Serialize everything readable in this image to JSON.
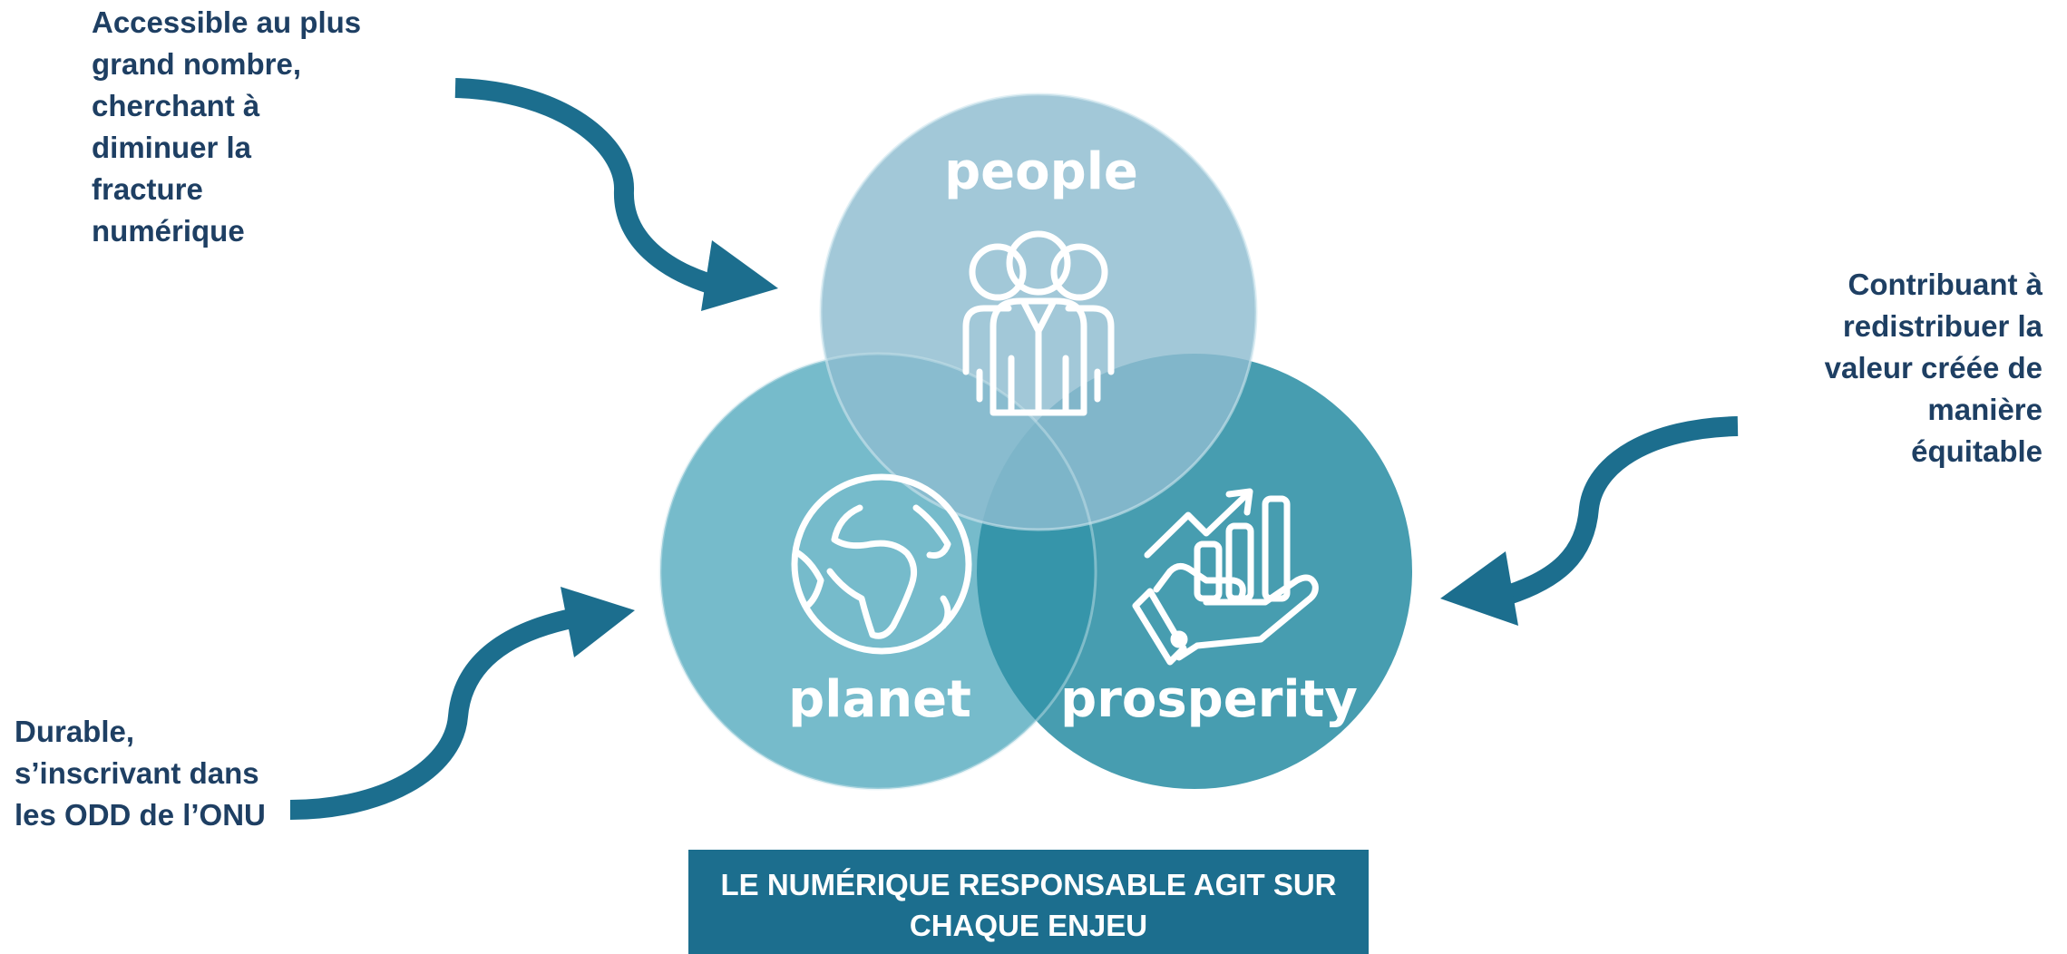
{
  "notes": {
    "top_left": [
      "Accessible au plus",
      "grand nombre,",
      "cherchant à",
      "diminuer la",
      "fracture",
      "numérique"
    ],
    "right": [
      "Contribuant à",
      "redistribuer la",
      "valeur créée de",
      "manière",
      "équitable"
    ],
    "bottom_left": [
      "Durable,",
      "s’inscrivant dans",
      "les ODD de l’ONU"
    ]
  },
  "circles": {
    "people": "people",
    "planet": "planet",
    "prosperity": "prosperity"
  },
  "banner": [
    "LE NUMÉRIQUE RESPONSABLE AGIT SUR",
    "CHAQUE ENJEU"
  ],
  "colors": {
    "text_dark": "#1e3f63",
    "arrow": "#1c6e8e",
    "people_circle": "#8dbccf",
    "planet_circle": "#63b2c4",
    "prosperity_circle": "#2e8fa5",
    "banner": "#1c6e8e"
  },
  "icons": [
    "people-group-icon",
    "globe-icon",
    "growth-chart-hand-icon"
  ]
}
